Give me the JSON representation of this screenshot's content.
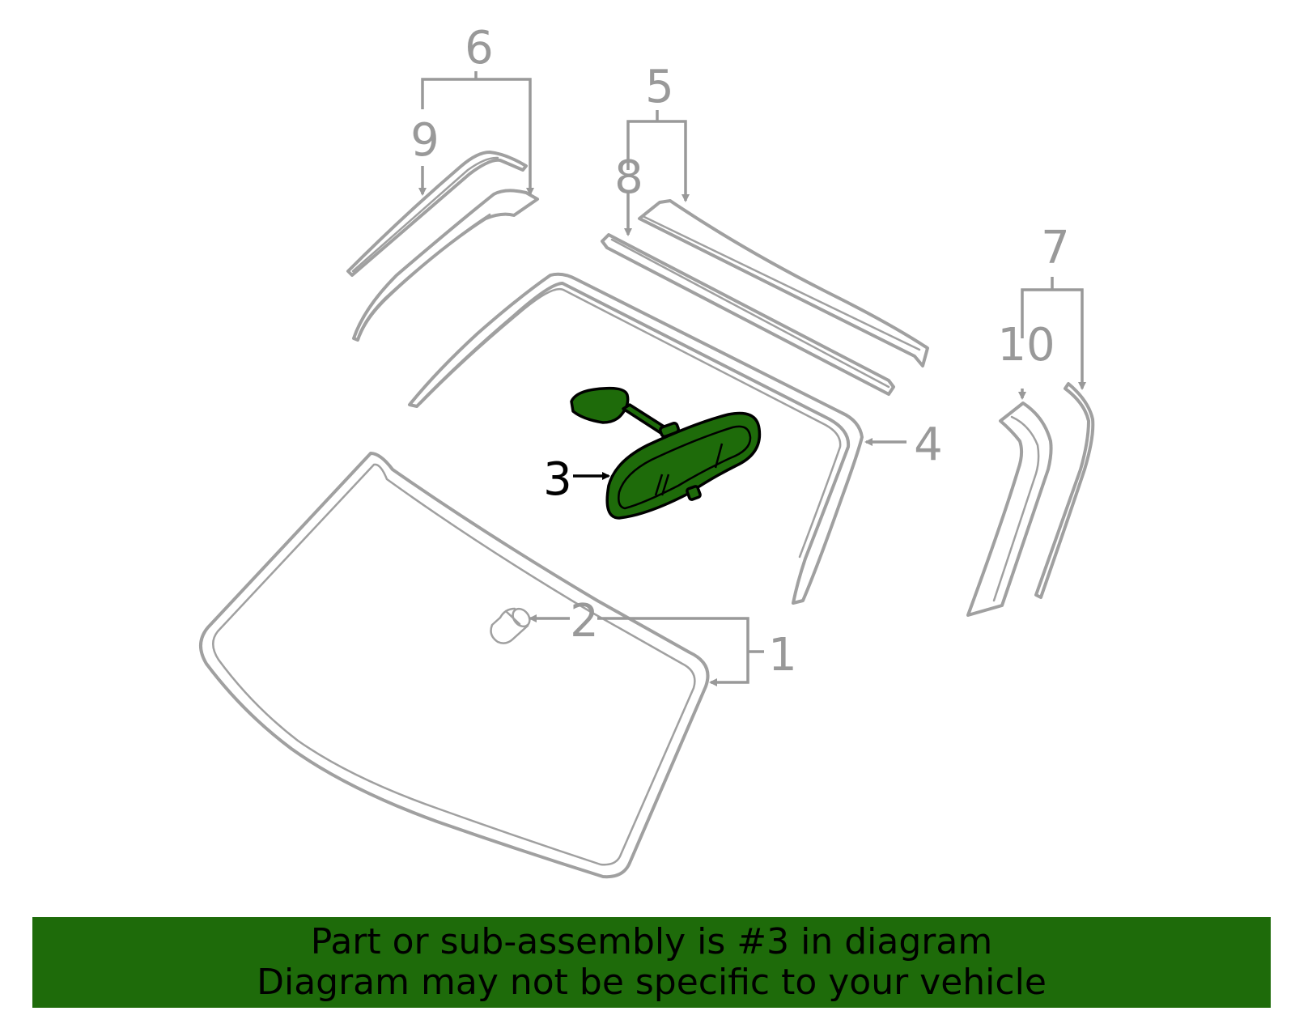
{
  "callouts": {
    "c1": "1",
    "c2": "2",
    "c3": "3",
    "c4": "4",
    "c5": "5",
    "c6": "6",
    "c7": "7",
    "c8": "8",
    "c9": "9",
    "c10": "10"
  },
  "highlight_color": "#1e6b0a",
  "banner": {
    "line1": "Part or sub-assembly is #3 in diagram",
    "line2": "Diagram may not be specific to your vehicle"
  }
}
